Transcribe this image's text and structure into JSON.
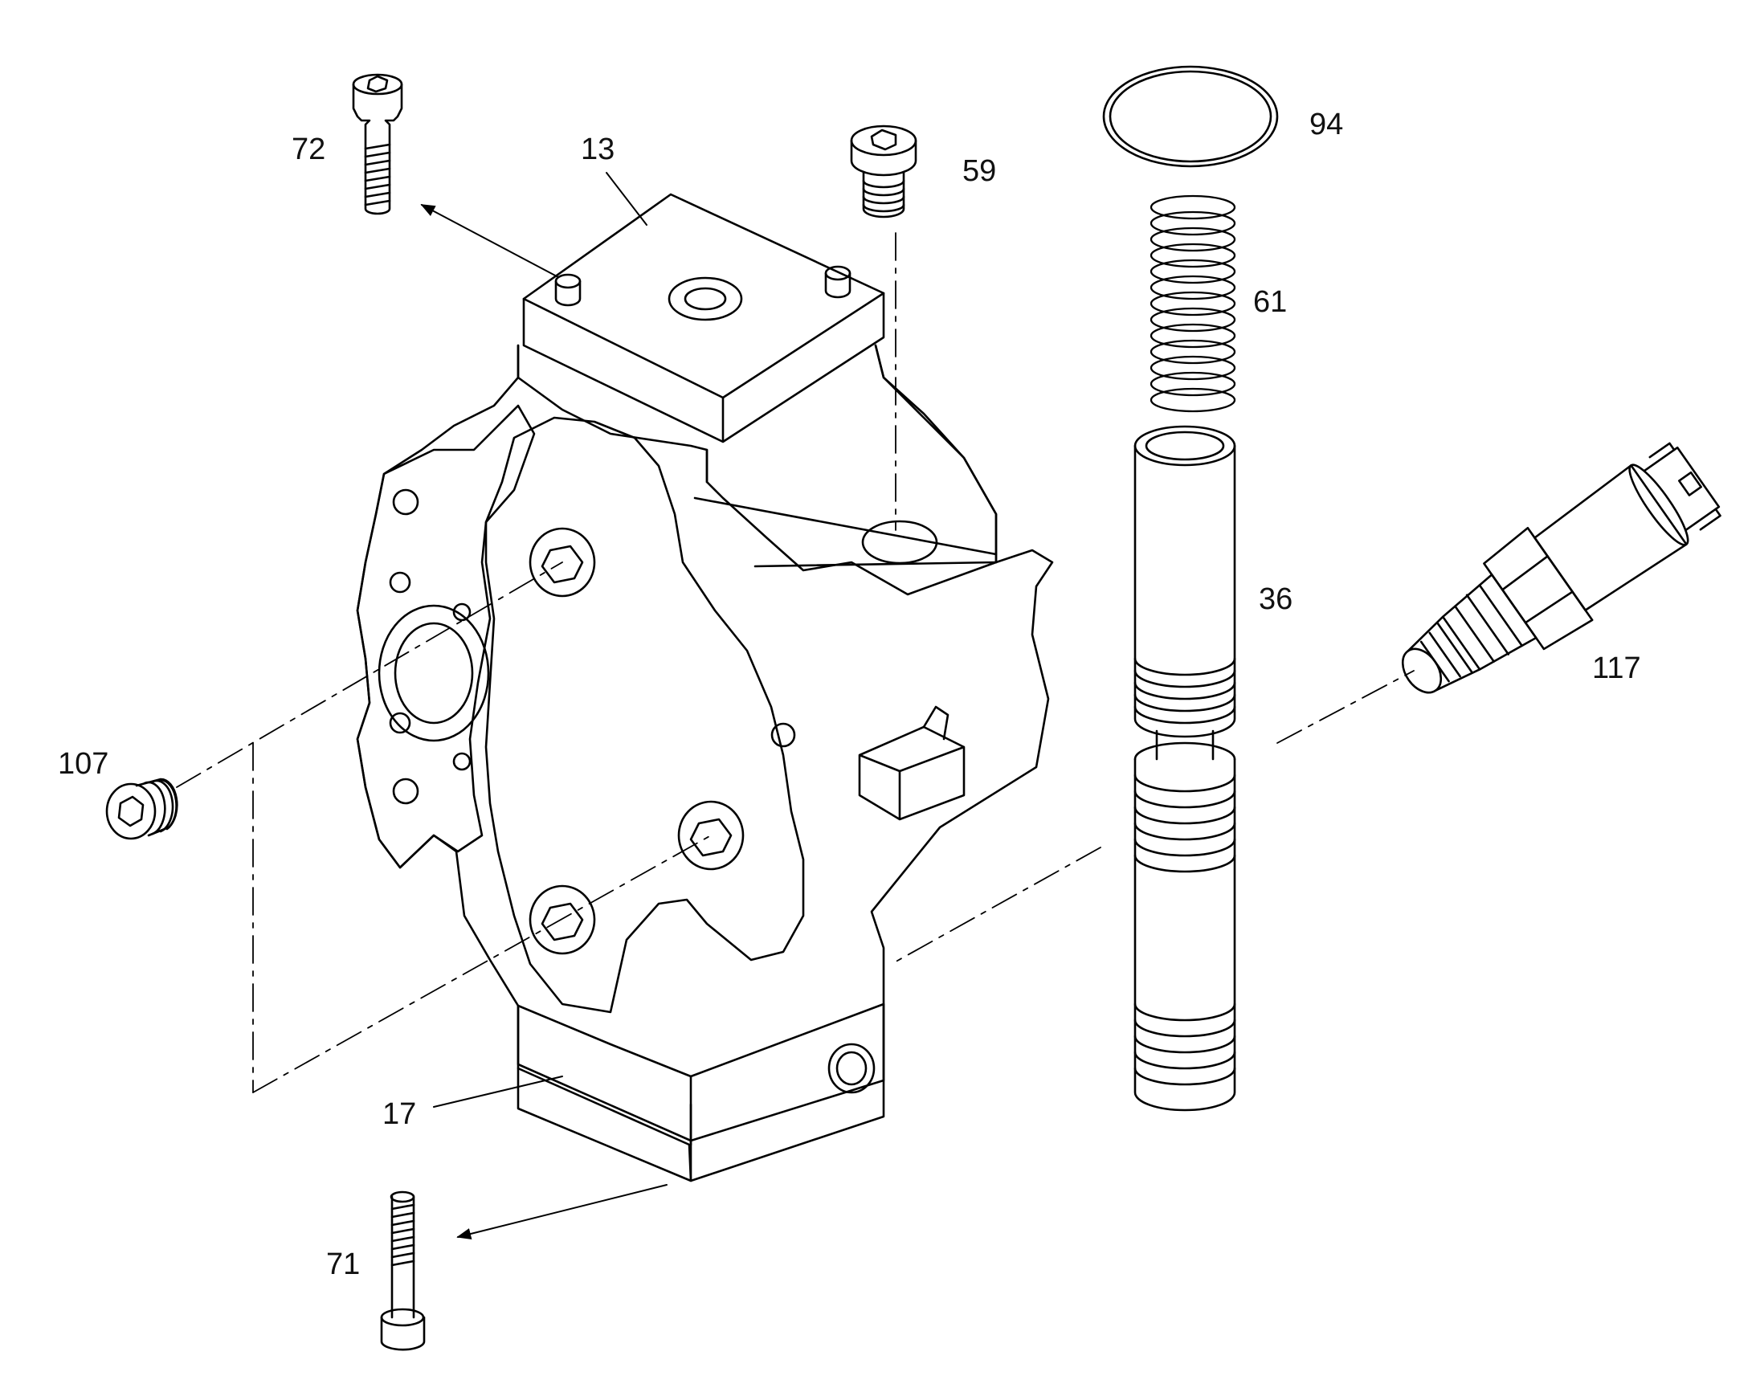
{
  "diagram": {
    "line_color": "#000000",
    "background_color": "#ffffff",
    "callouts": [
      {
        "id": "72",
        "text": "72"
      },
      {
        "id": "13",
        "text": "13"
      },
      {
        "id": "59",
        "text": "59"
      },
      {
        "id": "94",
        "text": "94"
      },
      {
        "id": "61",
        "text": "61"
      },
      {
        "id": "36",
        "text": "36"
      },
      {
        "id": "117",
        "text": "117"
      },
      {
        "id": "107",
        "text": "107"
      },
      {
        "id": "17",
        "text": "17"
      },
      {
        "id": "71",
        "text": "71"
      }
    ]
  }
}
